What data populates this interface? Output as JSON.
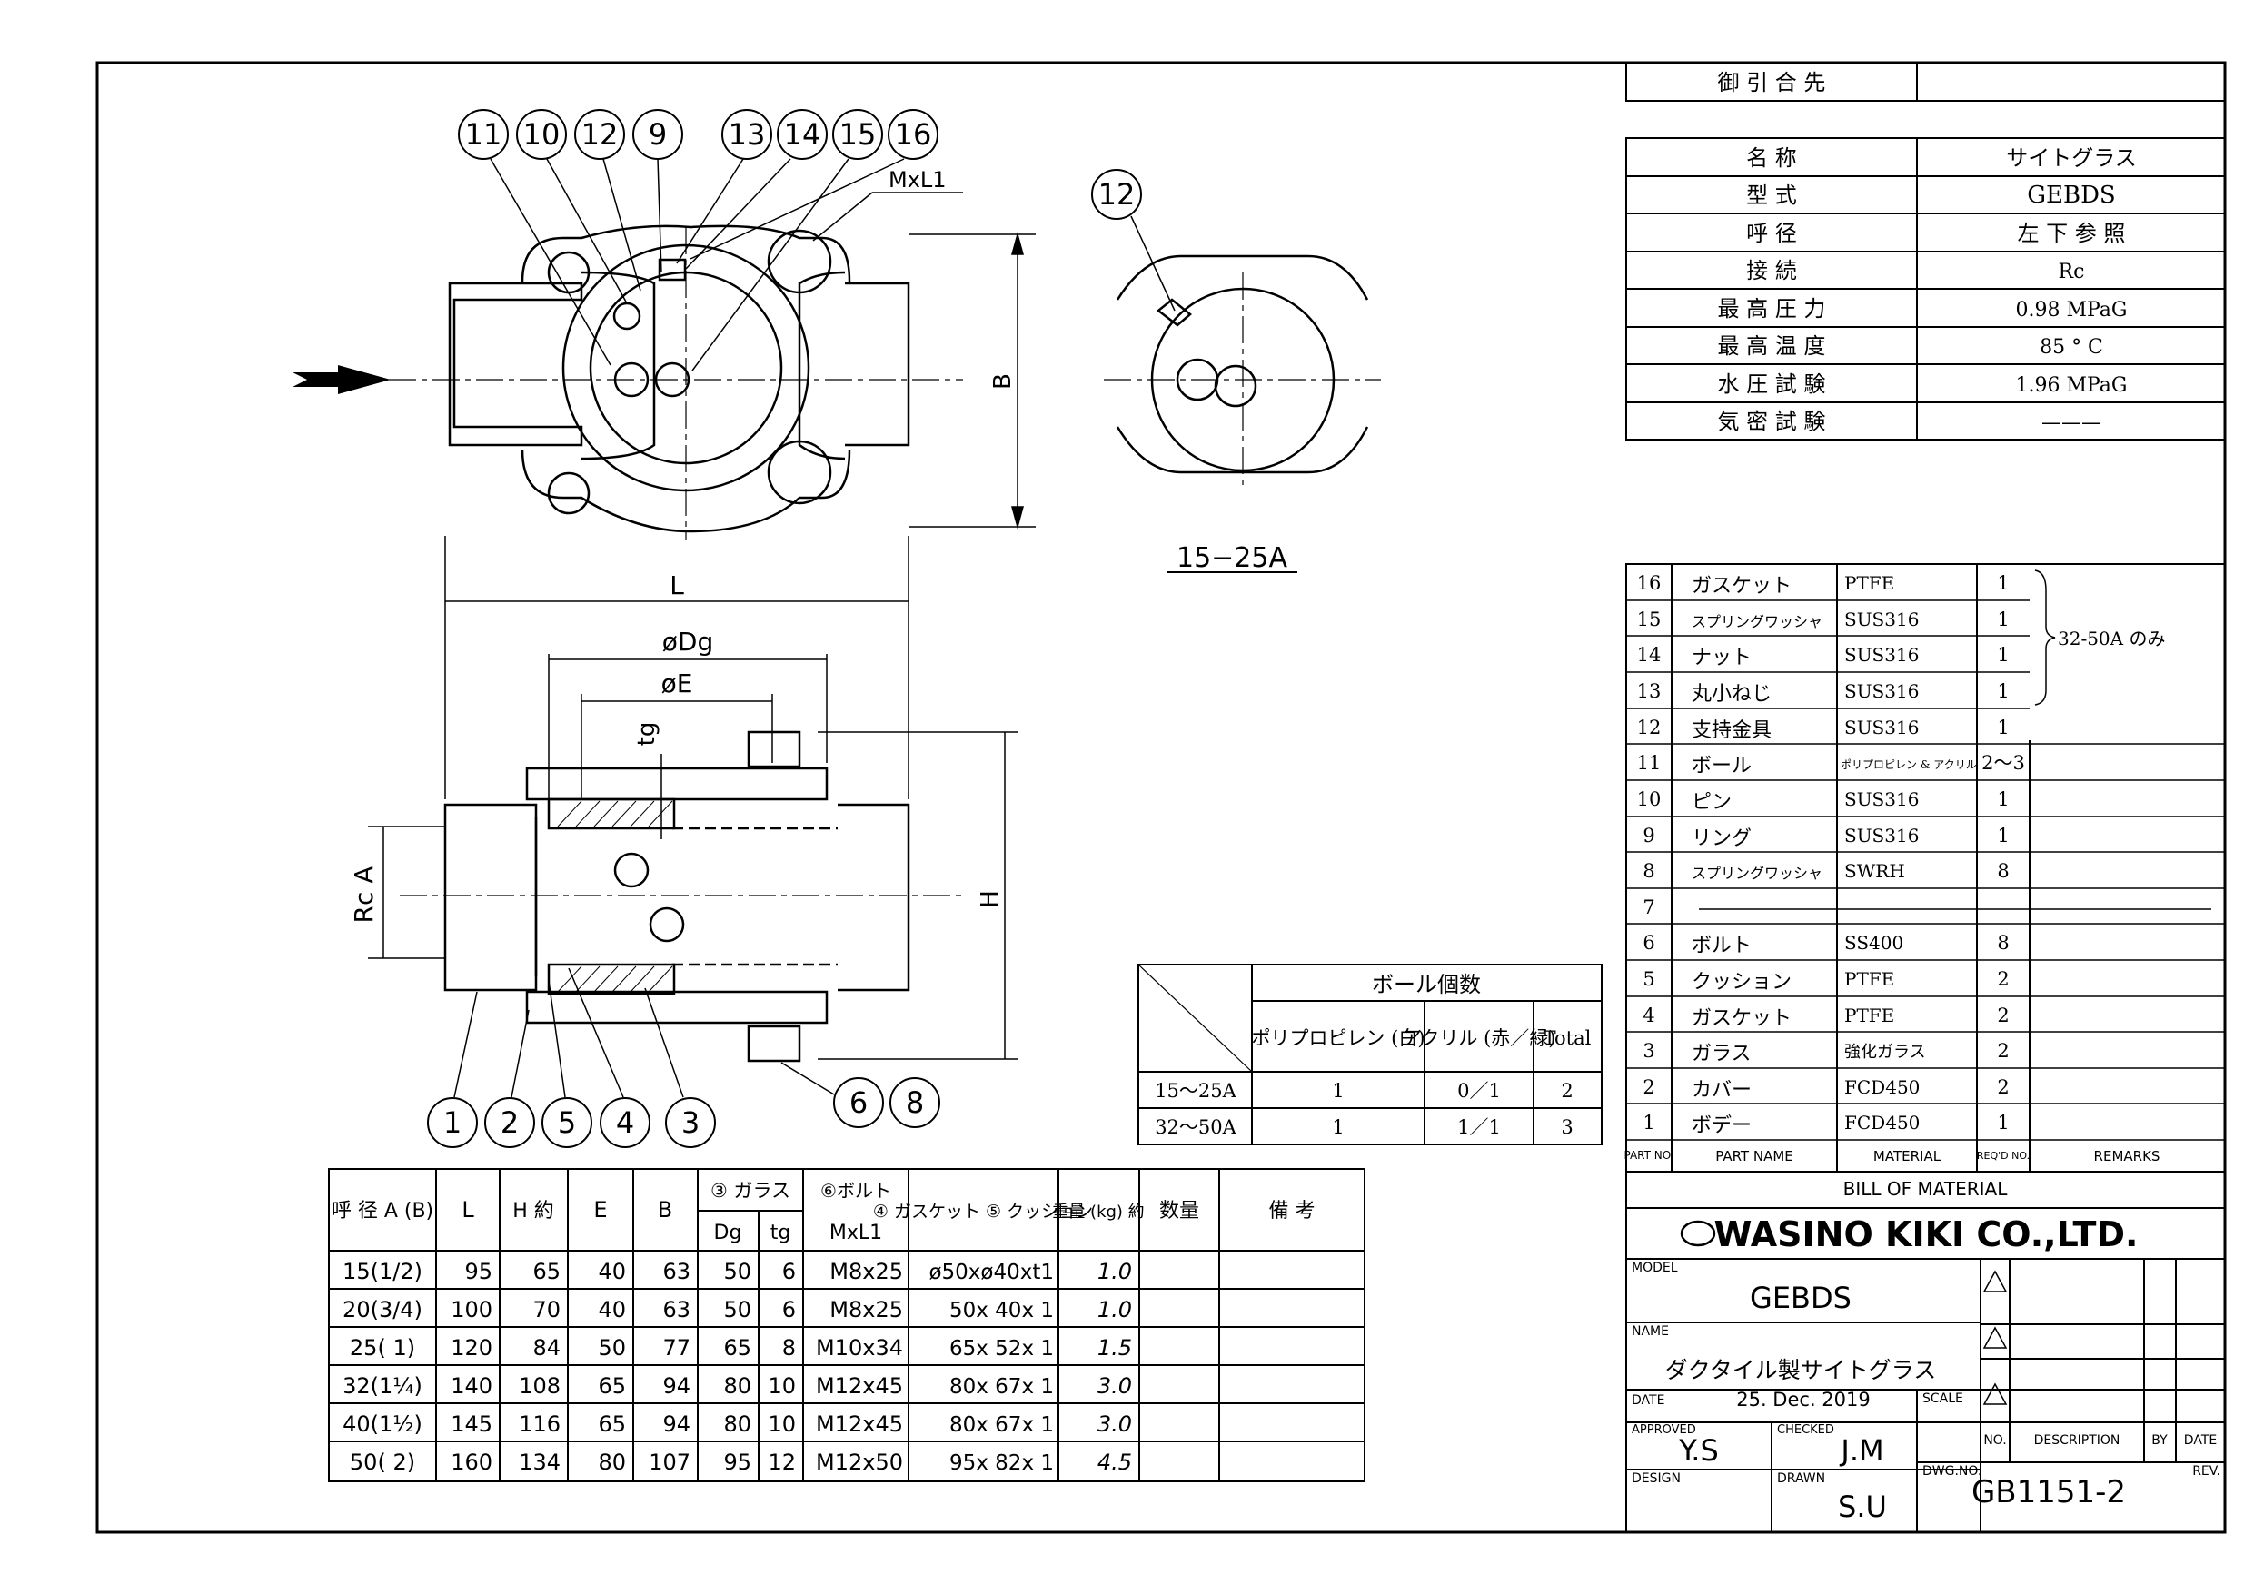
{
  "customer": {
    "label": "御 引 合 先",
    "value": ""
  },
  "spec": [
    {
      "label": "名 称",
      "value": "サイトグラス"
    },
    {
      "label": "型 式",
      "value": "GEBDS"
    },
    {
      "label": "呼 径",
      "value": "左 下 参 照"
    },
    {
      "label": "接 続",
      "value": "Rc"
    },
    {
      "label": "最 高 圧 力",
      "value": "0.98 MPaG"
    },
    {
      "label": "最 高 温 度",
      "value": "85 ° C"
    },
    {
      "label": "水 圧 試 験",
      "value": "1.96 MPaG"
    },
    {
      "label": "気 密 試 験",
      "value": "———"
    }
  ],
  "bom": {
    "rows": [
      {
        "no": "16",
        "name": "ガスケット",
        "material": "PTFE",
        "qty": "1",
        "remarks": ""
      },
      {
        "no": "15",
        "name": "スプリングワッシャ",
        "material": "SUS316",
        "qty": "1",
        "remarks": ""
      },
      {
        "no": "14",
        "name": "ナット",
        "material": "SUS316",
        "qty": "1",
        "remarks": ""
      },
      {
        "no": "13",
        "name": "丸小ねじ",
        "material": "SUS316",
        "qty": "1",
        "remarks": ""
      },
      {
        "no": "12",
        "name": "支持金具",
        "material": "SUS316",
        "qty": "1",
        "remarks": ""
      },
      {
        "no": "11",
        "name": "ボール",
        "material": "ポリプロピレン & アクリル",
        "qty": "2〜3",
        "remarks": ""
      },
      {
        "no": "10",
        "name": "ピン",
        "material": "SUS316",
        "qty": "1",
        "remarks": ""
      },
      {
        "no": "9",
        "name": "リング",
        "material": "SUS316",
        "qty": "1",
        "remarks": ""
      },
      {
        "no": "8",
        "name": "スプリングワッシャ",
        "material": "SWRH",
        "qty": "8",
        "remarks": ""
      },
      {
        "no": "7",
        "name": "",
        "material": "",
        "qty": "",
        "remarks": ""
      },
      {
        "no": "6",
        "name": "ボルト",
        "material": "SS400",
        "qty": "8",
        "remarks": ""
      },
      {
        "no": "5",
        "name": "クッション",
        "material": "PTFE",
        "qty": "2",
        "remarks": ""
      },
      {
        "no": "4",
        "name": "ガスケット",
        "material": "PTFE",
        "qty": "2",
        "remarks": ""
      },
      {
        "no": "3",
        "name": "ガラス",
        "material": "強化ガラス",
        "qty": "2",
        "remarks": ""
      },
      {
        "no": "2",
        "name": "カバー",
        "material": "FCD450",
        "qty": "2",
        "remarks": ""
      },
      {
        "no": "1",
        "name": "ボデー",
        "material": "FCD450",
        "qty": "1",
        "remarks": ""
      }
    ],
    "group_note": "32-50A のみ",
    "header": {
      "no": "PART NO.",
      "name": "PART NAME",
      "material": "MATERIAL",
      "qty": "REQ'D NO.",
      "remarks": "REMARKS"
    },
    "title": "BILL OF MATERIAL"
  },
  "company": "WASINO KIKI CO.,LTD.",
  "title_block": {
    "model_label": "MODEL",
    "model": "GEBDS",
    "name_label": "NAME",
    "name": "ダクタイル製サイトグラス",
    "date_label": "DATE",
    "date": "25. Dec. 2019",
    "scale_label": "SCALE",
    "approved_label": "APPROVED",
    "approved": "Y.S",
    "checked_label": "CHECKED",
    "checked": "J.M",
    "design_label": "DESIGN",
    "design": "",
    "drawn_label": "DRAWN",
    "drawn": "S.U",
    "dwg_label": "DWG.NO.",
    "dwg_no": "GB1151-2",
    "rev_label": "REV.",
    "rev_headers": [
      "NO.",
      "DESCRIPTION",
      "BY",
      "DATE"
    ]
  },
  "ball_table": {
    "title": "ボール個数",
    "headers": [
      "ポリプロピレン (白)",
      "アクリル (赤／緑)",
      "Total"
    ],
    "rows": [
      {
        "size": "15〜25A",
        "pp": "1",
        "acrylic": "0／1",
        "total": "2"
      },
      {
        "size": "32〜50A",
        "pp": "1",
        "acrylic": "1／1",
        "total": "3"
      }
    ]
  },
  "dim_table": {
    "headers": {
      "size": "呼 径 A (B)",
      "L": "L",
      "H": "H 約",
      "E": "E",
      "B": "B",
      "glass": "③ ガラス",
      "Dg": "Dg",
      "tg": "tg",
      "bolt": "⑥ボルト",
      "mxl1": "MxL1",
      "gasket": "④ ガスケット ⑤ クッション",
      "weight": "重量 (kg) 約",
      "qty": "数量",
      "remarks": "備 考"
    },
    "rows": [
      {
        "size": "15(1/2)",
        "L": "95",
        "H": "65",
        "E": "40",
        "B": "63",
        "Dg": "50",
        "tg": "6",
        "mxl1": "M8x25",
        "gasket": "ø50xø40xt1",
        "weight": "1.0"
      },
      {
        "size": "20(3/4)",
        "L": "100",
        "H": "70",
        "E": "40",
        "B": "63",
        "Dg": "50",
        "tg": "6",
        "mxl1": "M8x25",
        "gasket": "50x 40x 1",
        "weight": "1.0"
      },
      {
        "size": "25( 1)",
        "L": "120",
        "H": "84",
        "E": "50",
        "B": "77",
        "Dg": "65",
        "tg": "8",
        "mxl1": "M10x34",
        "gasket": "65x 52x 1",
        "weight": "1.5"
      },
      {
        "size": "32(1¼)",
        "L": "140",
        "H": "108",
        "E": "65",
        "B": "94",
        "Dg": "80",
        "tg": "10",
        "mxl1": "M12x45",
        "gasket": "80x 67x 1",
        "weight": "3.0"
      },
      {
        "size": "40(1½)",
        "L": "145",
        "H": "116",
        "E": "65",
        "B": "94",
        "Dg": "80",
        "tg": "10",
        "mxl1": "M12x45",
        "gasket": "80x 67x 1",
        "weight": "3.0"
      },
      {
        "size": "50( 2)",
        "L": "160",
        "H": "134",
        "E": "80",
        "B": "107",
        "Dg": "95",
        "tg": "12",
        "mxl1": "M12x50",
        "gasket": "95x 82x 1",
        "weight": "4.5"
      }
    ]
  },
  "drawing_labels": {
    "balloons_top": [
      "11",
      "10",
      "12",
      "9",
      "13",
      "14",
      "15",
      "16"
    ],
    "balloons_bottom": [
      "1",
      "2",
      "5",
      "4",
      "3",
      "6",
      "8"
    ],
    "balloon_side": "12",
    "mxl1": "MxL1",
    "dim_b": "B",
    "dim_l": "L",
    "dim_dg": "øDg",
    "dim_e": "øE",
    "dim_tg": "tg",
    "dim_h": "H",
    "dim_rc": "Rc A",
    "side_view_caption": "15−25A"
  }
}
